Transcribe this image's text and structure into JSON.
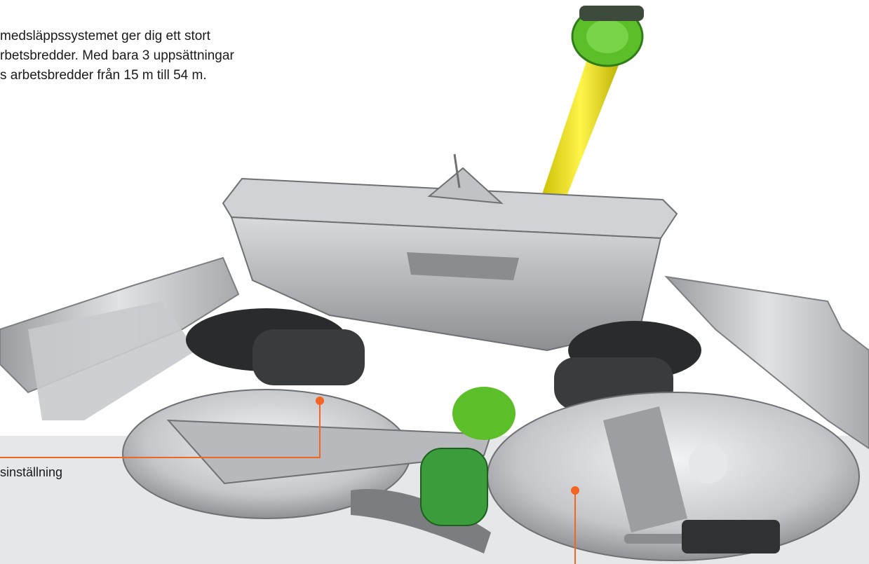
{
  "intro": {
    "line1": "medsläppssystemet ger dig ett stort",
    "line2": "rbetsbredder. Med bara 3 uppsättningar",
    "line3": "s arbetsbredder från 15 m till 54 m."
  },
  "callouts": {
    "left_label": "sinställning"
  },
  "colors": {
    "accent_orange": "#f26522",
    "pto_yellow": "#f2e600",
    "pto_green": "#5cbf2a",
    "gearbox_green": "#3a9c3a",
    "band_gray": "#e6e7e8"
  }
}
